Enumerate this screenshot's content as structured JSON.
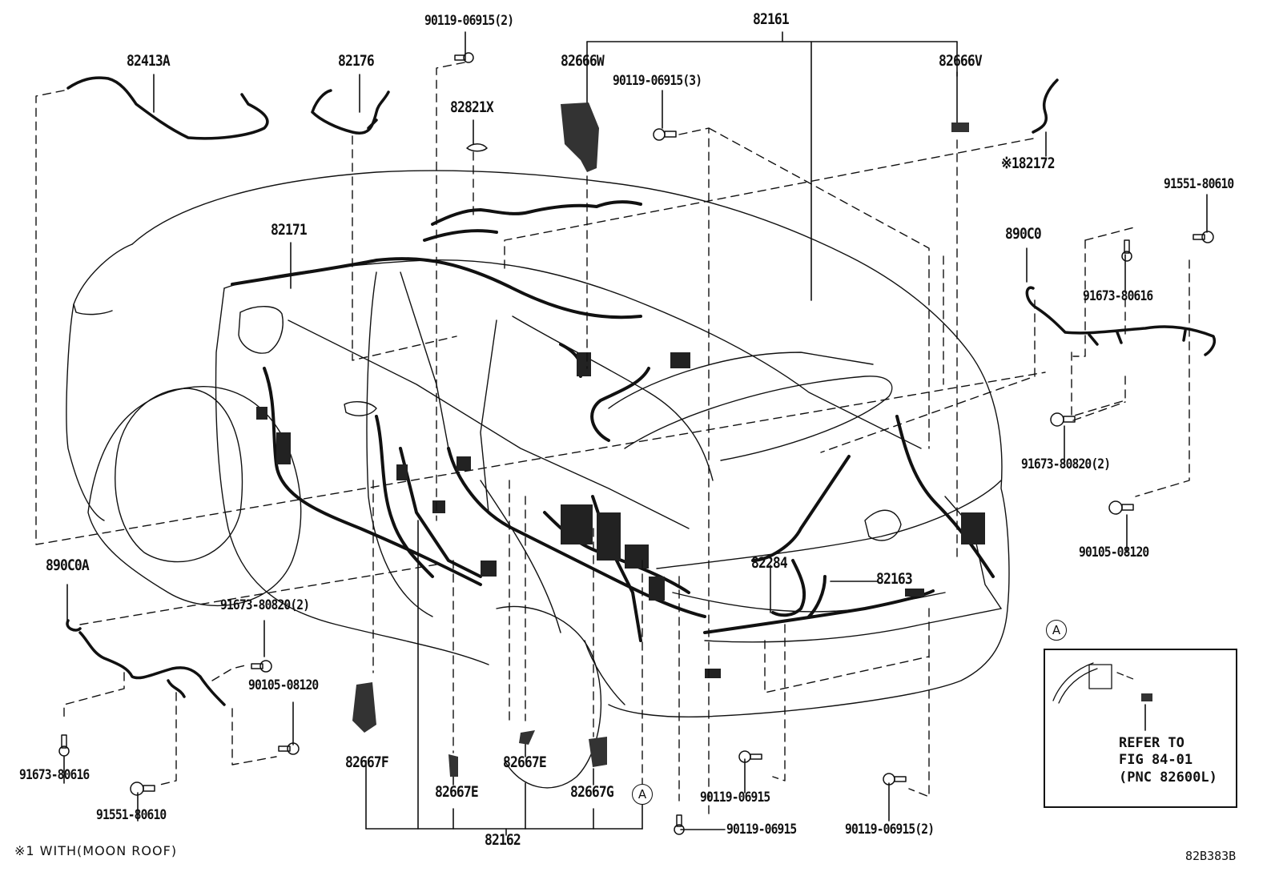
{
  "diagram": {
    "title": "Wiring harness & clamp parts diagram",
    "figure_id": "82B383B",
    "footnote": "※1 WITH(MOON ROOF)",
    "colors": {
      "ink": "#111111",
      "background": "#ffffff"
    }
  },
  "parts": {
    "p82413A": "82413A",
    "p82176": "82176",
    "p90119_06915_2_top": "90119-06915(2)",
    "p82161": "82161",
    "p82666W": "82666W",
    "p90119_06915_3": "90119-06915(3)",
    "p82821X": "82821X",
    "p82666V": "82666V",
    "p82172": "※182172",
    "p91551_80610_right": "91551-80610",
    "p890C0": "890C0",
    "p91673_80616_right": "91673-80616",
    "p82171": "82171",
    "p91673_80820_2_right": "91673-80820(2)",
    "p90105_08120_right": "90105-08120",
    "p890C0A": "890C0A",
    "p91673_80820_2_left": "91673-80820(2)",
    "p90105_08120_left": "90105-08120",
    "p91673_80616_left": "91673-80616",
    "p91551_80610_left": "91551-80610",
    "p82284": "82284",
    "p82163": "82163",
    "p82667F": "82667F",
    "p82667E_a": "82667E",
    "p82667E_b": "82667E",
    "p82667G": "82667G",
    "p82162": "82162",
    "p90119_06915_a": "90119-06915",
    "p90119_06915_b": "90119-06915",
    "p90119_06915_2_bottom": "90119-06915(2)"
  },
  "callouts": {
    "a_marker_main": "A",
    "a_marker_inset": "A"
  },
  "inset": {
    "refer_text": "REFER TO\nFIG 84-01\n(PNC 82600L)"
  }
}
